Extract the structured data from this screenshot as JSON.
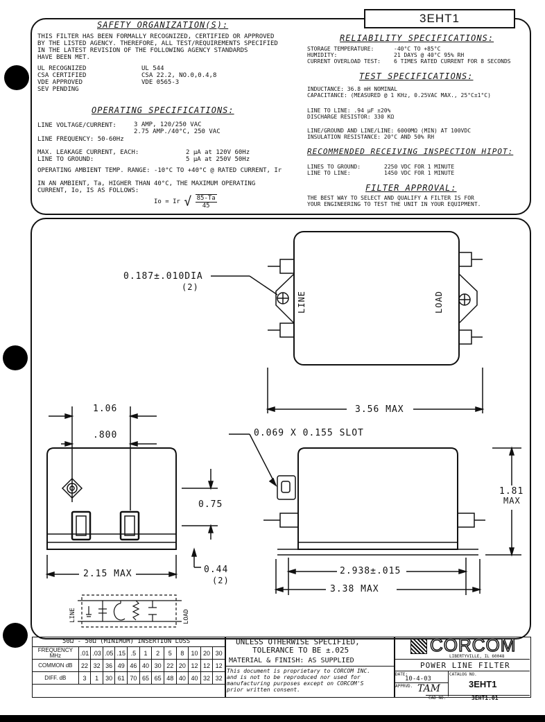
{
  "part_number": "3EHT1",
  "safety": {
    "heading": "SAFETY ORGANIZATION(S):",
    "intro": [
      "THIS FILTER HAS BEEN FORMALLY RECOGNIZED, CERTIFIED OR APPROVED",
      "BY THE LISTED AGENCY. THEREFORE, ALL TEST/REQUIREMENTS SPECIFIED",
      "IN THE LATEST REVISION OF THE FOLLOWING AGENCY STANDARDS",
      "HAVE BEEN MET."
    ],
    "agencies": [
      {
        "name": "UL RECOGNIZED",
        "std": "UL 544"
      },
      {
        "name": "CSA CERTIFIED",
        "std": "CSA 22.2, NO.0,0.4,8"
      },
      {
        "name": "VDE APPROVED",
        "std": "VDE 0565-3"
      },
      {
        "name": "SEV PENDING",
        "std": ""
      }
    ]
  },
  "operating": {
    "heading": "OPERATING SPECIFICATIONS:",
    "line_voltage_label": "LINE VOLTAGE/CURRENT:",
    "line_voltage_1": "3 AMP, 120/250 VAC",
    "line_voltage_2": "2.75 AMP./40°C, 250 VAC",
    "line_frequency": "LINE FREQUENCY: 50-60Hz",
    "leakage_label_1": "MAX. LEAKAGE CURRENT, EACH:",
    "leakage_label_2": "LINE TO GROUND:",
    "leakage_value_1": "2 µA at 120V 60Hz",
    "leakage_value_2": "5 µA at 250V 50Hz",
    "ambient": "OPERATING AMBIENT TEMP. RANGE: -10°C TO +40°C @ RATED CURRENT, Ir",
    "ambient_note_1": "IN AN AMBIENT, Ta, HIGHER THAN 40°C, THE MAXIMUM OPERATING",
    "ambient_note_2": "CURRENT, Io, IS AS FOLLOWS:",
    "formula_left": "Io = Ir",
    "formula_num": "85-Ta",
    "formula_den": "45"
  },
  "reliability": {
    "heading": "RELIABILITY SPECIFICATIONS:",
    "lines": [
      {
        "label": "STORAGE TEMPERATURE:",
        "value": "-40°C TO +85°C"
      },
      {
        "label": "HUMIDITY:",
        "value": "21 DAYS @ 40°C 95% RH"
      },
      {
        "label": "CURRENT OVERLOAD TEST:",
        "value": "6 TIMES RATED CURRENT FOR 8 SECONDS"
      }
    ]
  },
  "test": {
    "heading": "TEST SPECIFICATIONS:",
    "inductance": "INDUCTANCE:    36.8 mH NOMINAL",
    "capacitance": "CAPACITANCE: (MEASURED @ 1 KHz, 0.25VAC MAX., 25°C±1°C)",
    "line_to_line": "LINE TO LINE:       .94 µF ±20%",
    "discharge": "DISCHARGE RESISTOR:  330 KΩ",
    "insulation_1": "LINE/GROUND AND LINE/LINE: 6000MΩ (MIN) AT 100VDC",
    "insulation_2": "INSULATION RESISTANCE: 20°C AND 50% RH"
  },
  "hipot": {
    "heading": "RECOMMENDED RECEIVING INSPECTION HIPOT:",
    "rows": [
      {
        "label": "LINES TO GROUND:",
        "value": "2250 VDC FOR 1 MINUTE"
      },
      {
        "label": "LINE TO LINE:",
        "value": "1450 VDC FOR 1 MINUTE"
      }
    ]
  },
  "approval": {
    "heading": "FILTER APPROVAL:",
    "text_1": "THE BEST WAY TO SELECT AND QUALIFY A FILTER IS FOR",
    "text_2": "YOUR ENGINEERING TO TEST THE UNIT IN YOUR EQUIPMENT."
  },
  "drawing": {
    "dia_note": "0.187±.010DIA",
    "dia_qty": "(2)",
    "label_line": "LINE",
    "label_load": "LOAD",
    "dim_length": "3.56 MAX",
    "dim_106": "1.06",
    "dim_800": ".800",
    "slot_note": "0.069 X 0.155 SLOT",
    "dim_075": "0.75",
    "dim_181": "1.81",
    "dim_181_max": "MAX",
    "dim_width": "2.15 MAX",
    "dim_044": "0.44",
    "dim_044_qty": "(2)",
    "dim_2938": "2.938±.015",
    "dim_338": "3.38 MAX",
    "schem_line": "LINE",
    "schem_load": "LOAD"
  },
  "insertion_loss": {
    "title": "50Ω - 50Ω (MINIMUM) INSERTION LOSS",
    "freq_label": "FREQUENCY MHz",
    "frequencies": [
      ".01",
      ".03",
      ".05",
      ".15",
      ".5",
      "1",
      "2",
      "5",
      "8",
      "10",
      "20",
      "30"
    ],
    "common_label": "COMMON dB",
    "common": [
      "22",
      "32",
      "36",
      "49",
      "46",
      "40",
      "30",
      "22",
      "20",
      "12",
      "12",
      "12"
    ],
    "diff_label": "DIFF. dB",
    "diff": [
      "3",
      "1",
      "30",
      "61",
      "70",
      "65",
      "65",
      "48",
      "40",
      "40",
      "32",
      "32"
    ]
  },
  "notes": {
    "tolerance_1": "UNLESS OTHERWISE SPECIFIED,",
    "tolerance_2": "TOLERANCE TO BE ±.025",
    "material": "MATERIAL & FINISH: AS SUPPLIED",
    "proprietary_1": "This document is proprietary to CORCOM INC.",
    "proprietary_2": "and is not to be reproduced nor used for",
    "proprietary_3": "manufacturing purposes except on CORCOM'S",
    "proprietary_4": "prior written consent."
  },
  "title_block": {
    "company": "CORCOM",
    "address": "LIBERTYVILLE, IL 60048",
    "product": "POWER LINE FILTER",
    "date_label": "DATE:",
    "date": "10-4-03",
    "catalog_label": "CATALOG NO.",
    "catalog": "3EHT1",
    "approved_label": "APPRVD.",
    "approved": "TAM",
    "cad_label": "CAD NO.",
    "cad": "3EHT1.01"
  }
}
